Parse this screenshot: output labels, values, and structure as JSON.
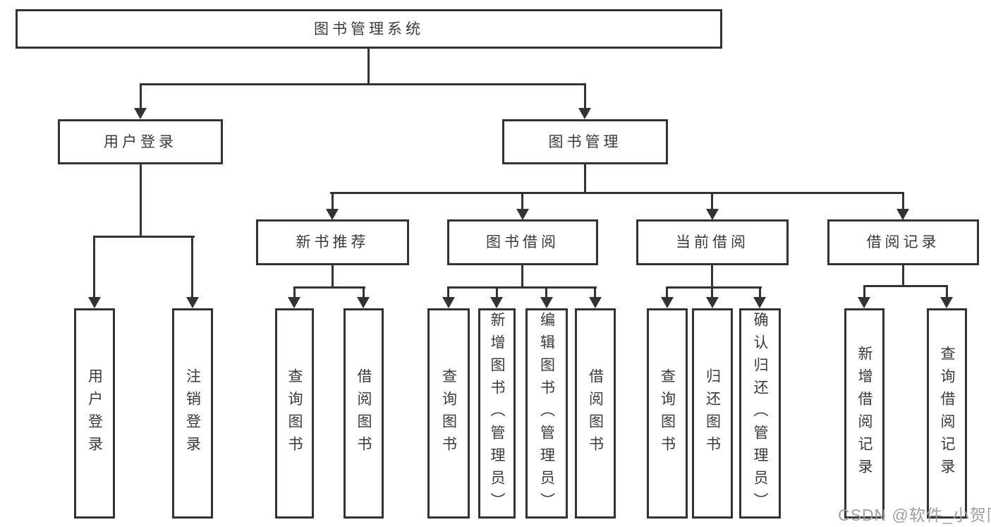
{
  "colors": {
    "line": "#333333",
    "text": "#3a3a3a",
    "watermark": "#9e9e9e",
    "background": "#ffffff"
  },
  "watermark": {
    "text": "CSDN @软件_小贺同学"
  },
  "nodes": {
    "root": "图书管理系统",
    "login": "用户登录",
    "mgmt": "图书管理",
    "newbook": "新书推荐",
    "borrow": "图书借阅",
    "current": "当前借阅",
    "record": "借阅记录",
    "login_user_login": "用户登录",
    "login_logout": "注销登录",
    "newbook_query": "查询图书",
    "newbook_borrow": "借阅图书",
    "borrow_query": "查询图书",
    "borrow_add": "新增图书（管理员）",
    "borrow_edit": "编辑图书（管理员）",
    "borrow_lend": "借阅图书",
    "current_query": "查询图书",
    "current_return": "归还图书",
    "current_confirm": "确认归还（管理员）",
    "record_add": "新增借阅记录",
    "record_query": "查询借阅记录"
  },
  "hierarchy": {
    "图书管理系统": {
      "用户登录": [
        "用户登录",
        "注销登录"
      ],
      "图书管理": {
        "新书推荐": [
          "查询图书",
          "借阅图书"
        ],
        "图书借阅": [
          "查询图书",
          "新增图书（管理员）",
          "编辑图书（管理员）",
          "借阅图书"
        ],
        "当前借阅": [
          "查询图书",
          "归还图书",
          "确认归还（管理员）"
        ],
        "借阅记录": [
          "新增借阅记录",
          "查询借阅记录"
        ]
      }
    }
  }
}
